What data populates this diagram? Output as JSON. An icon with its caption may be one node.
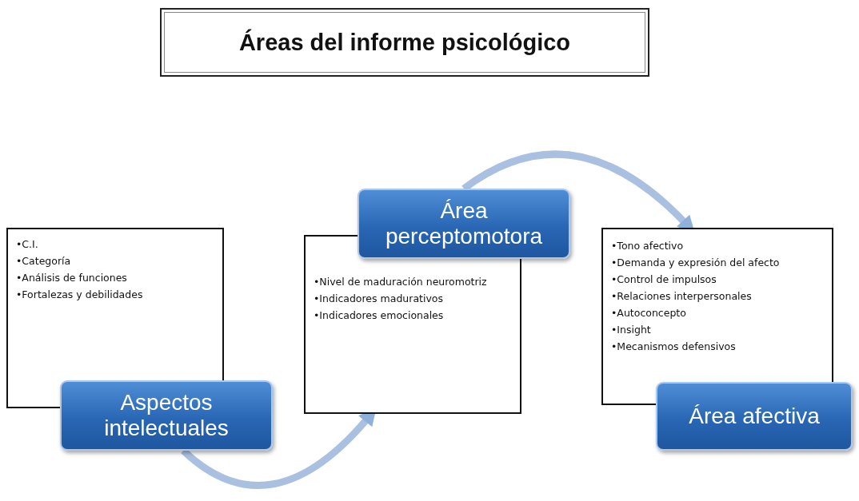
{
  "diagram": {
    "title": "Áreas del informe psicológico",
    "nodes": [
      {
        "text": [
          "•C.I.",
          "•Categoría",
          "•Análisis de funciones",
          "•Fortalezas y debilidades"
        ]
      },
      {
        "text": [
          "Aspectos intelectuales"
        ]
      },
      {
        "text": [
          "•Nivel de maduración neuromotriz",
          "•Indicadores madurativos",
          "•Indicadores emocionales"
        ]
      },
      {
        "text": [
          "Área perceptomotora"
        ]
      },
      {
        "text": [
          "•Tono afectivo",
          "•Demanda y expresión del afecto",
          "•Control de impulsos",
          "•Relaciones interpersonales",
          "•Autoconcepto",
          "•Insight",
          "•Mecanismos defensivos"
        ]
      },
      {
        "text": [
          "Área afectiva"
        ]
      }
    ],
    "edges": [
      {
        "from": 1,
        "to": 2,
        "arrow": "to"
      },
      {
        "from": 3,
        "to": 4,
        "arrow": "to"
      }
    ]
  }
}
